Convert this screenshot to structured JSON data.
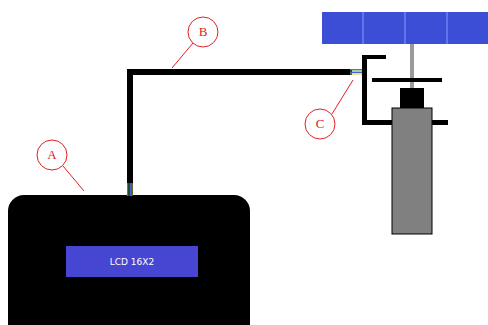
{
  "diagram": {
    "nodes": [
      {
        "text": [
          "LCD 16X2"
        ]
      }
    ],
    "labels": [
      "A",
      "B",
      "C"
    ]
  }
}
